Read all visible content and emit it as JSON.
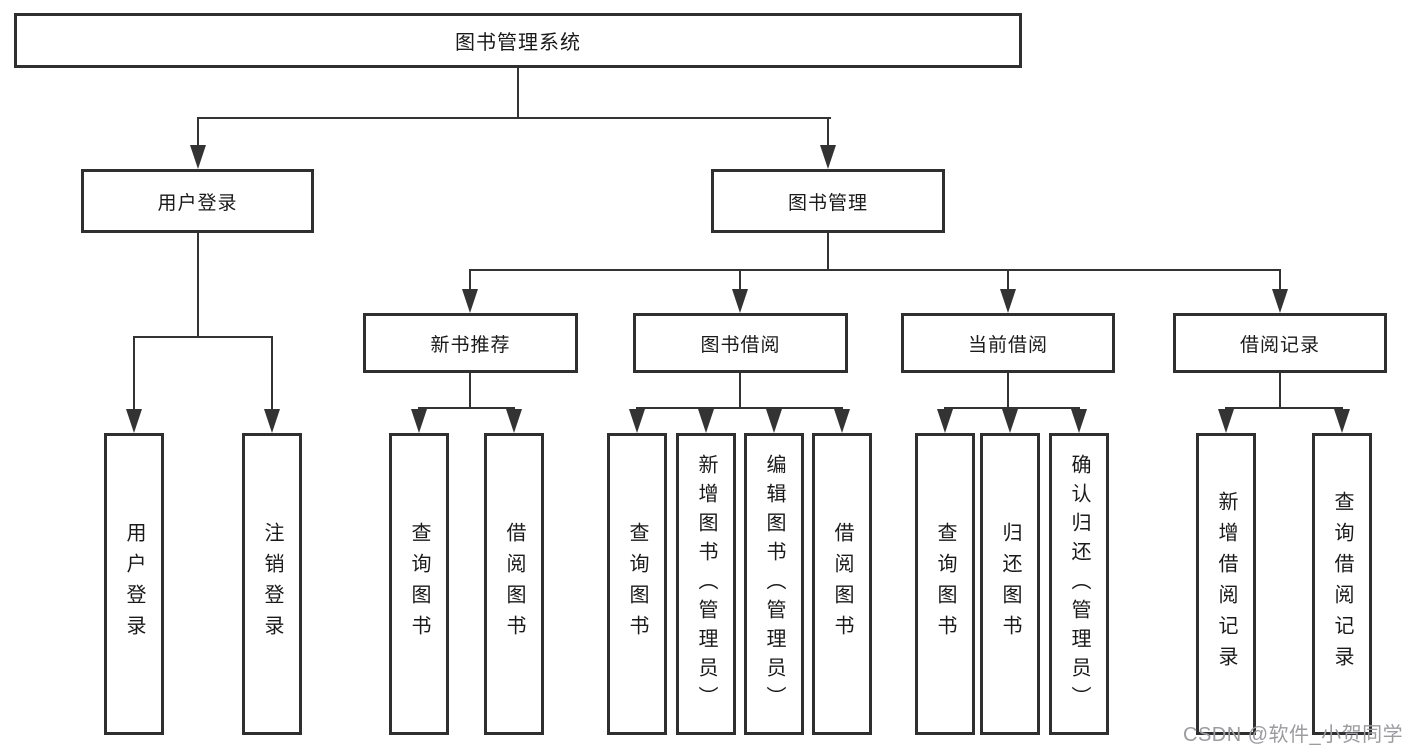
{
  "colors": {
    "line": "#333333",
    "box_border": "#2f2f2f",
    "box_fill": "#ffffff",
    "text": "#1a1a1a",
    "watermark": "#9b9ba1",
    "background": "#ffffff"
  },
  "watermark": {
    "text": "CSDN @软件_小贺同学"
  },
  "tree": {
    "label": "图书管理系统",
    "children": [
      {
        "label": "用户登录",
        "children": [
          {
            "label": "用户登录"
          },
          {
            "label": "注销登录"
          }
        ]
      },
      {
        "label": "图书管理",
        "children": [
          {
            "label": "新书推荐",
            "children": [
              {
                "label": "查询图书"
              },
              {
                "label": "借阅图书"
              }
            ]
          },
          {
            "label": "图书借阅",
            "children": [
              {
                "label": "查询图书"
              },
              {
                "label": "新增图书（管理员）"
              },
              {
                "label": "编辑图书（管理员）"
              },
              {
                "label": "借阅图书"
              }
            ]
          },
          {
            "label": "当前借阅",
            "children": [
              {
                "label": "查询图书"
              },
              {
                "label": "归还图书"
              },
              {
                "label": "确认归还（管理员）"
              }
            ]
          },
          {
            "label": "借阅记录",
            "children": [
              {
                "label": "新增借阅记录"
              },
              {
                "label": "查询借阅记录"
              }
            ]
          }
        ]
      }
    ]
  }
}
